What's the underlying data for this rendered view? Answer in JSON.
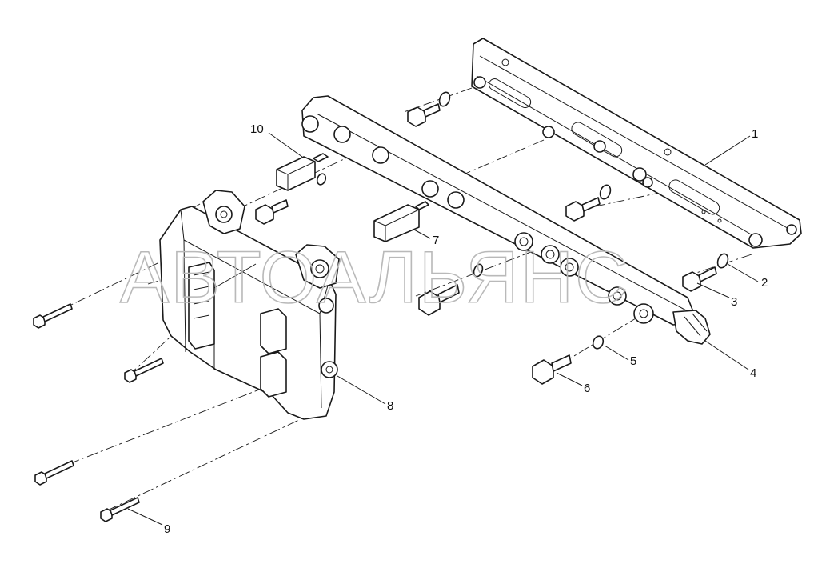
{
  "watermark": "АВТОАЛЬЯНС",
  "callouts": [
    {
      "id": "1",
      "label": "1"
    },
    {
      "id": "2",
      "label": "2"
    },
    {
      "id": "3",
      "label": "3"
    },
    {
      "id": "4",
      "label": "4"
    },
    {
      "id": "5",
      "label": "5"
    },
    {
      "id": "6",
      "label": "6"
    },
    {
      "id": "7",
      "label": "7"
    },
    {
      "id": "8",
      "label": "8"
    },
    {
      "id": "9",
      "label": "9"
    },
    {
      "id": "10",
      "label": "10"
    }
  ]
}
